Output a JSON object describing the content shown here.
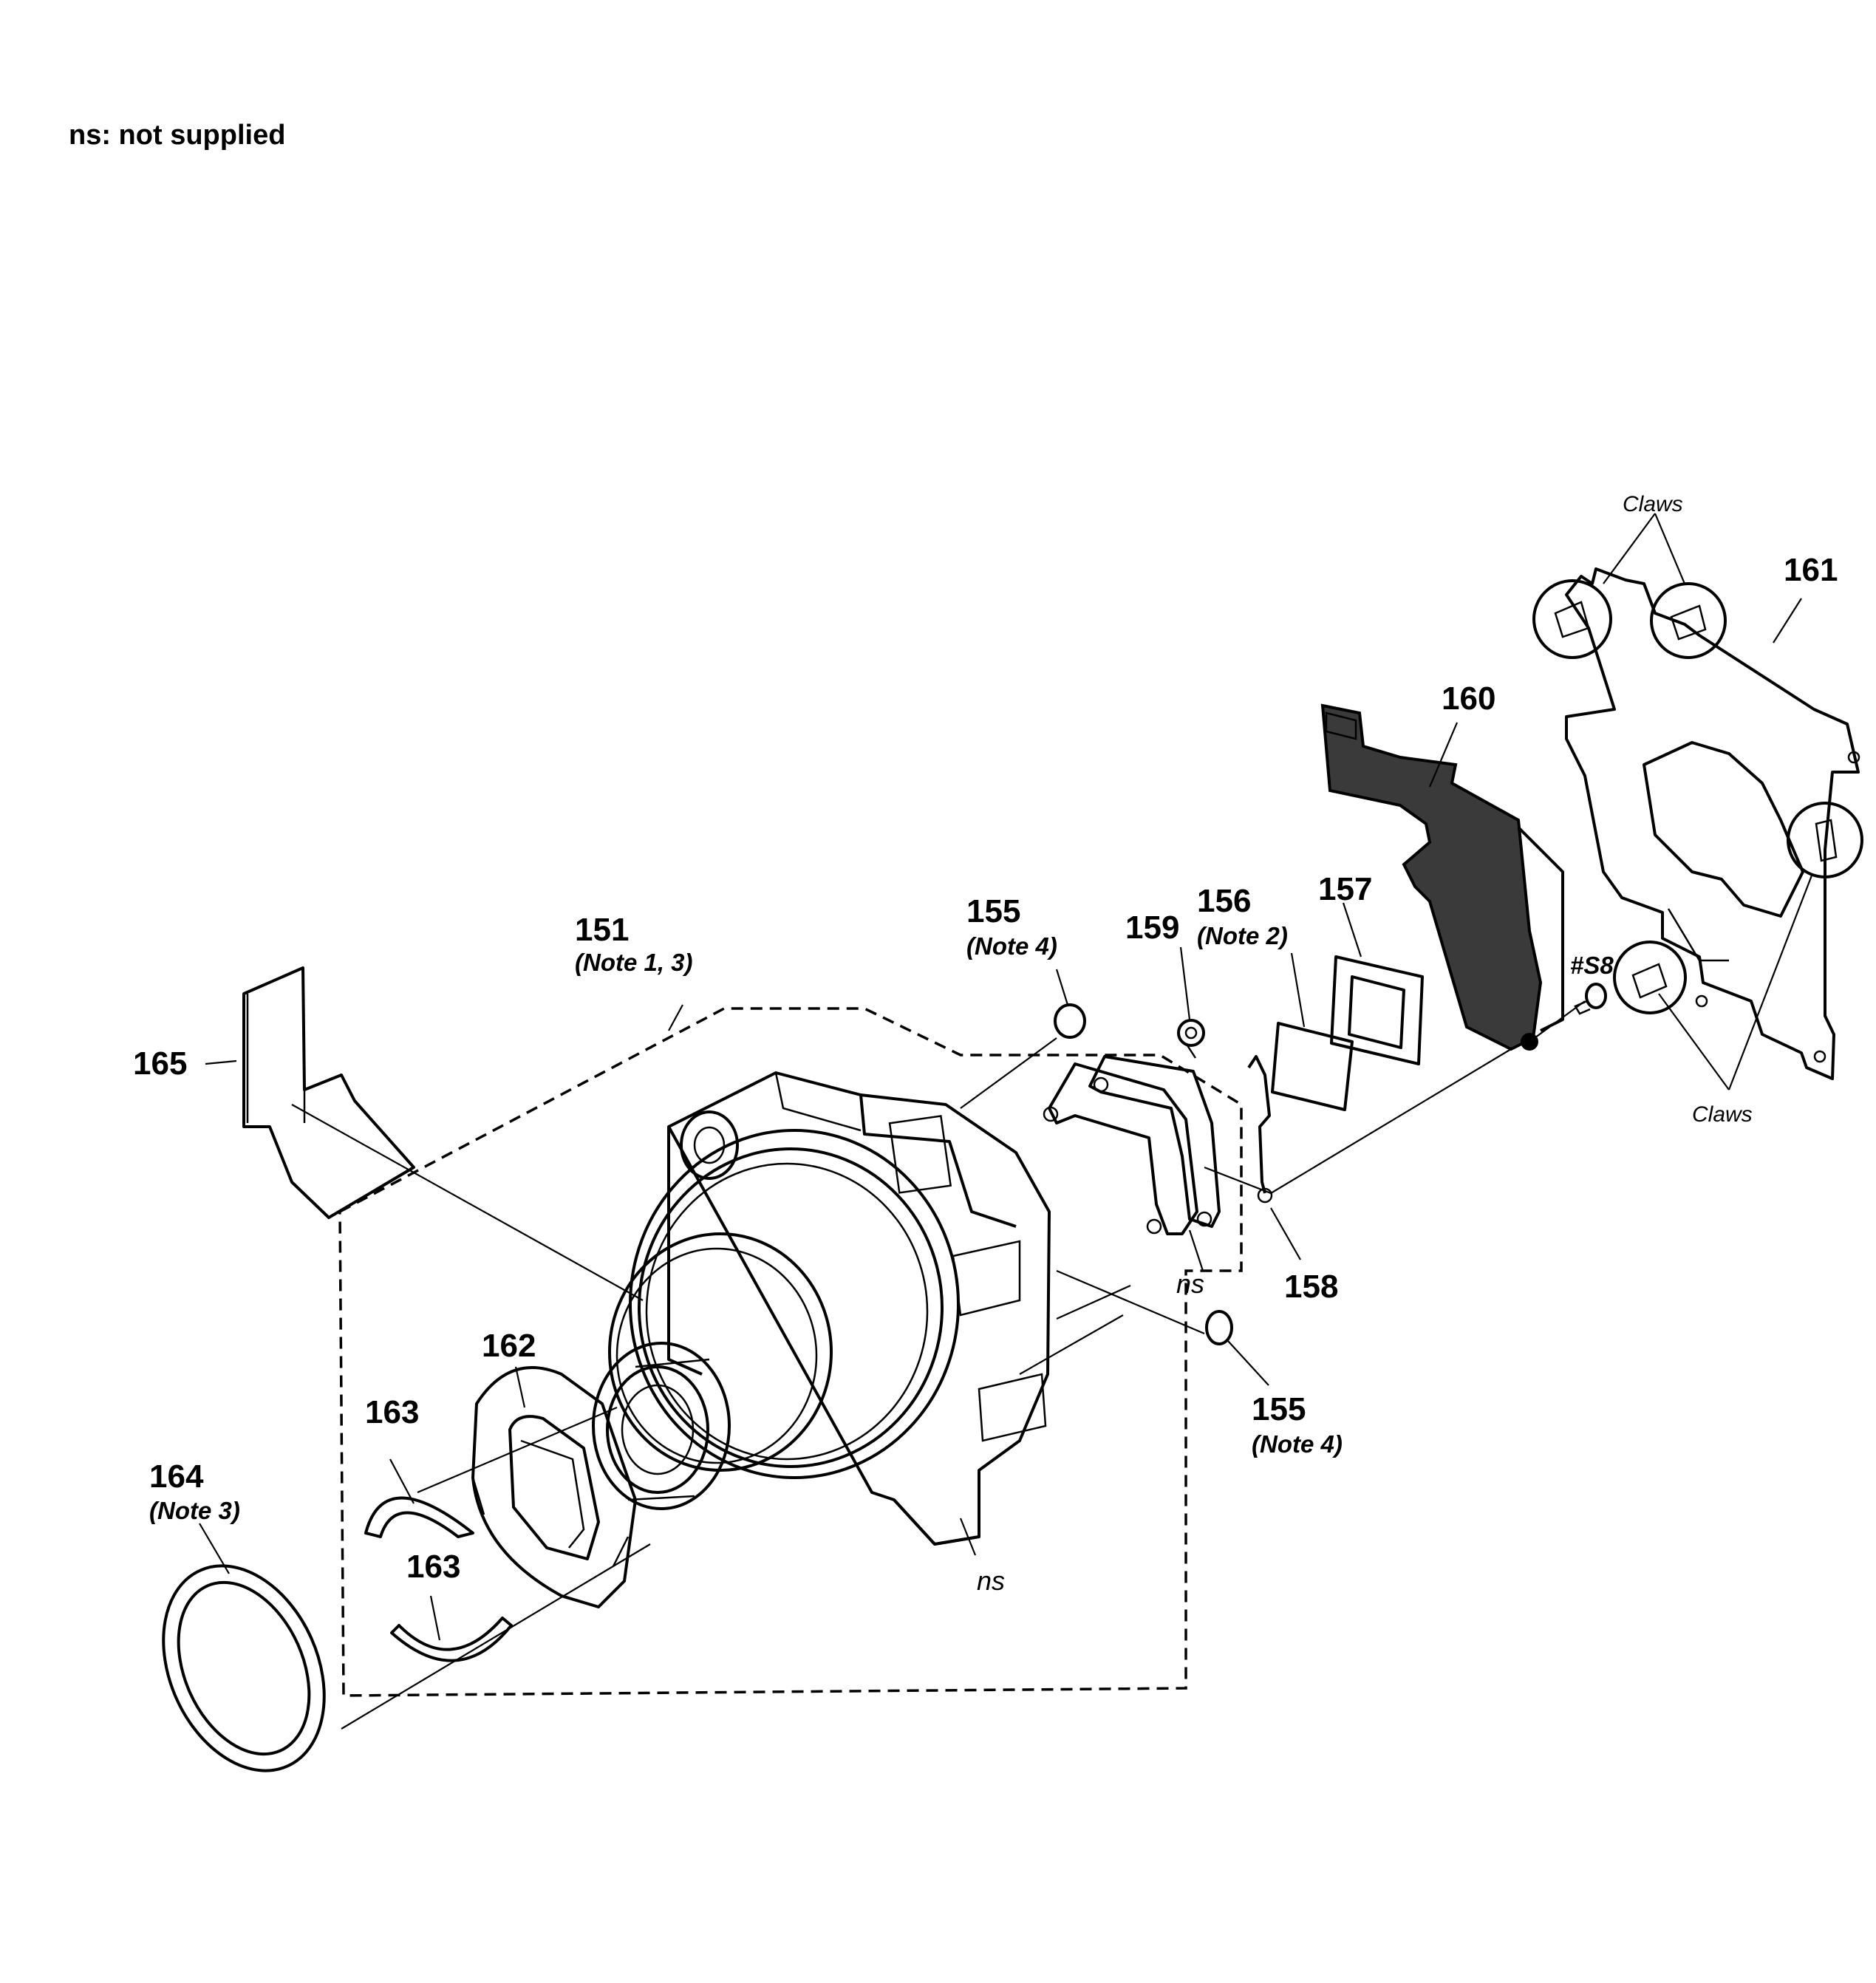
{
  "header": {
    "note": "ns: not supplied"
  },
  "labels": {
    "p151": "151",
    "p151_note": "(Note 1, 3)",
    "p155_top": "155",
    "p155_top_note": "(Note 4)",
    "p155_bottom": "155",
    "p155_bottom_note": "(Note 4)",
    "p156": "156",
    "p156_note": "(Note 2)",
    "p157": "157",
    "p158": "158",
    "p159": "159",
    "p160": "160",
    "p161": "161",
    "p162": "162",
    "p163_a": "163",
    "p163_b": "163",
    "p164": "164",
    "p164_note": "(Note 3)",
    "p165": "165",
    "screw": "#S8",
    "ns_a": "ns",
    "ns_b": "ns",
    "claws_top": "Claws",
    "claws_bottom": "Claws"
  },
  "colors": {
    "line": "#000000",
    "background": "#ffffff",
    "flex_fill": "#3a3a3a"
  }
}
